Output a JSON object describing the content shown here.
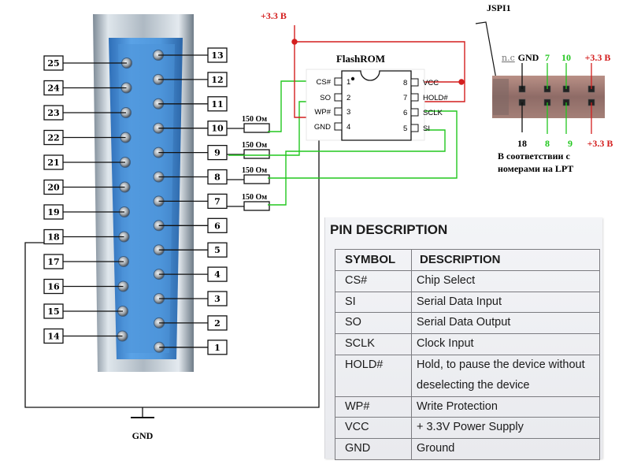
{
  "lpt": {
    "left_pins": [
      "25",
      "24",
      "23",
      "22",
      "21",
      "20",
      "19",
      "18",
      "17",
      "16",
      "15",
      "14"
    ],
    "right_pins": [
      "13",
      "12",
      "11",
      "10",
      "9",
      "8",
      "7",
      "6",
      "5",
      "4",
      "3",
      "2",
      "1"
    ]
  },
  "gnd_label": "GND",
  "power_label": "+3.3 В",
  "resistors": [
    "150 Ом",
    "150 Ом",
    "150 Ом",
    "150 Ом"
  ],
  "chip": {
    "title": "FlashROM",
    "left_pins": [
      {
        "name": "CS#",
        "num": "1"
      },
      {
        "name": "SO",
        "num": "2"
      },
      {
        "name": "WP#",
        "num": "3"
      },
      {
        "name": "GND",
        "num": "4"
      }
    ],
    "right_pins": [
      {
        "name": "VCC",
        "num": "8"
      },
      {
        "name": "HOLD#",
        "num": "7"
      },
      {
        "name": "SCLK",
        "num": "6"
      },
      {
        "name": "SI",
        "num": "5"
      }
    ]
  },
  "jspi": {
    "title": "JSPI1",
    "top_labels": {
      "nc": "n.c",
      "gnd": "GND",
      "p7": "7",
      "p10": "10",
      "vcc": "+3.3 В"
    },
    "bottom_labels": {
      "p18": "18",
      "p8": "8",
      "p9": "9",
      "vcc": "+3.3 В"
    },
    "note_line1": "В соответствии с",
    "note_line2": "номерами на LPT"
  },
  "pin_description": {
    "title": "PIN DESCRIPTION",
    "headers": [
      "SYMBOL",
      "DESCRIPTION"
    ],
    "rows": [
      {
        "symbol": "CS#",
        "desc": "Chip Select"
      },
      {
        "symbol": "SI",
        "desc": "Serial Data Input"
      },
      {
        "symbol": "SO",
        "desc": "Serial Data Output"
      },
      {
        "symbol": "SCLK",
        "desc": "Clock Input"
      },
      {
        "symbol": "HOLD#",
        "desc": "Hold, to pause the device without",
        "desc2": "deselecting the device"
      },
      {
        "symbol": "WP#",
        "desc": "Write Protection"
      },
      {
        "symbol": "VCC",
        "desc": "+ 3.3V Power Supply"
      },
      {
        "symbol": "GND",
        "desc": "Ground"
      }
    ]
  },
  "colors": {
    "power": "#d41e1e",
    "signal": "#22c71f",
    "ground": "#111111",
    "connector": "#4a8fd4"
  }
}
